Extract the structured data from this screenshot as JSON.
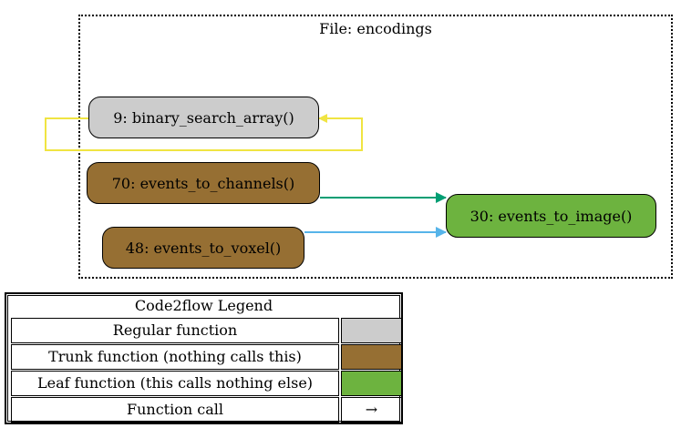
{
  "cluster": {
    "title": "File: encodings"
  },
  "nodes": [
    {
      "id": "n9",
      "label": "9: binary_search_array()",
      "kind": "regular",
      "color": "#cccccc"
    },
    {
      "id": "n70",
      "label": "70: events_to_channels()",
      "kind": "trunk",
      "color": "#966f33"
    },
    {
      "id": "n48",
      "label": "48: events_to_voxel()",
      "kind": "trunk",
      "color": "#966f33"
    },
    {
      "id": "n30",
      "label": "30: events_to_image()",
      "kind": "leaf",
      "color": "#6db33f"
    }
  ],
  "edges": [
    {
      "from": "9: binary_search_array()",
      "to": "9: binary_search_array()",
      "color": "#f0e442"
    },
    {
      "from": "70: events_to_channels()",
      "to": "30: events_to_image()",
      "color": "#009e73"
    },
    {
      "from": "48: events_to_voxel()",
      "to": "30: events_to_image()",
      "color": "#56b4e9"
    }
  ],
  "legend": {
    "title": "Code2flow Legend",
    "rows": [
      {
        "label": "Regular function",
        "swatch_color": "#cccccc",
        "symbol": ""
      },
      {
        "label": "Trunk function (nothing calls this)",
        "swatch_color": "#966f33",
        "symbol": ""
      },
      {
        "label": "Leaf function (this calls nothing else)",
        "swatch_color": "#6db33f",
        "symbol": ""
      },
      {
        "label": "Function call",
        "swatch_color": "#ffffff",
        "symbol": "→"
      }
    ]
  }
}
